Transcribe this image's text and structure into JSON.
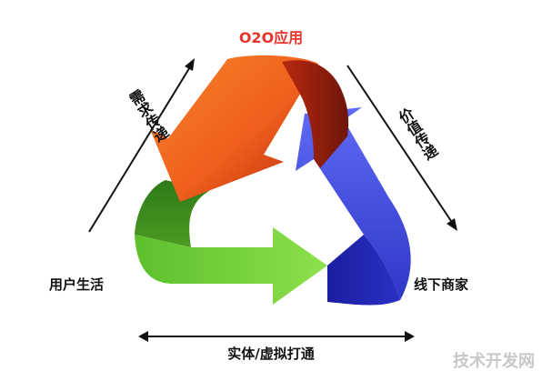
{
  "diagram": {
    "title": "O2O应用",
    "left_vertical": "需求传递",
    "right_vertical": "价值传递",
    "left_node": "用户生活",
    "right_node": "线下商家",
    "bottom_label": "实体/虚拟打通"
  },
  "colors": {
    "title": "#e8332a",
    "orange": "#f0601c",
    "orange_dark": "#a3240d",
    "green": "#74d63a",
    "green_dark": "#3c7f1c",
    "blue": "#4a52ea",
    "blue_dark": "#1b1fa6",
    "line": "#111111",
    "watermark": "#c8c8c8"
  },
  "icons": {
    "watermark": "技术开发网"
  }
}
